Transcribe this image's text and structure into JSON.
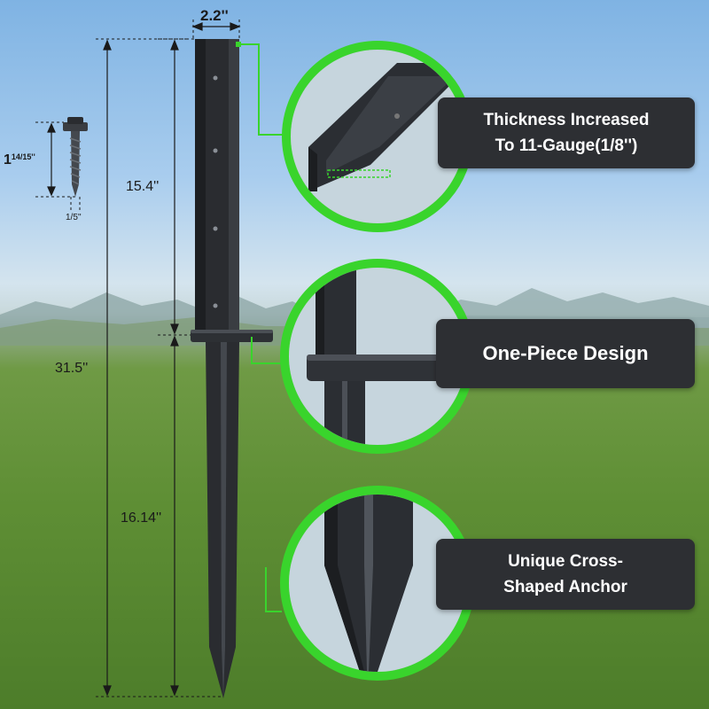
{
  "dimensions": {
    "width_label": "2.2''",
    "upper_height_label": "15.4''",
    "total_height_label": "31.5''",
    "lower_height_label": "16.14''",
    "screw_length_whole": "1",
    "screw_length_fraction": "14/15''",
    "screw_diameter_fraction": "1/5''"
  },
  "callouts": [
    {
      "text_line1": "Thickness Increased",
      "text_line2": "To 11-Gauge(1/8'')"
    },
    {
      "text_line1": "One-Piece Design",
      "text_line2": ""
    },
    {
      "text_line1": "Unique Cross-",
      "text_line2": "Shaped Anchor"
    }
  ],
  "colors": {
    "accent_green": "#39d42c",
    "callout_bg": "#2d2f33",
    "metal": "#2a2c30"
  }
}
